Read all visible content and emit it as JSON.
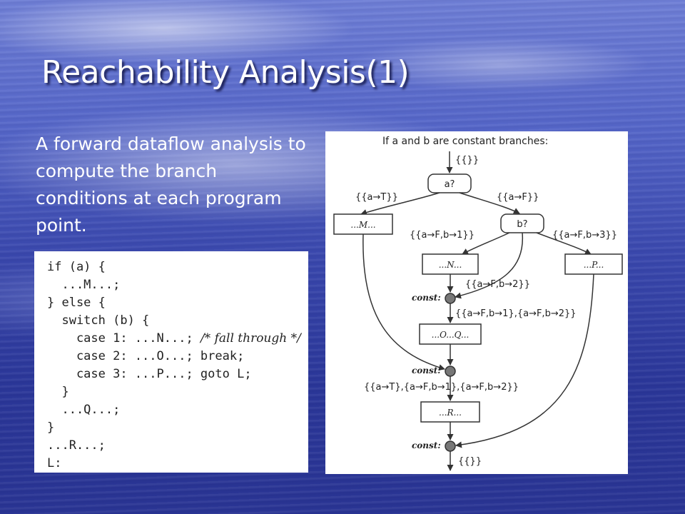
{
  "slide": {
    "title": "Reachability Analysis(1)",
    "description": "A forward dataflow analysis to compute the branch conditions at each program point."
  },
  "code": {
    "lines": [
      {
        "code": "if (a) {",
        "note": ""
      },
      {
        "code": "  ...M...;",
        "note": ""
      },
      {
        "code": "} else {",
        "note": ""
      },
      {
        "code": "  switch (b) {",
        "note": ""
      },
      {
        "code": "    case 1: ...N...;",
        "note": "/* fall through */"
      },
      {
        "code": "    case 2: ...O...; break;",
        "note": ""
      },
      {
        "code": "    case 3: ...P...; goto L;",
        "note": ""
      },
      {
        "code": "  }",
        "note": ""
      },
      {
        "code": "  ...Q...;",
        "note": ""
      },
      {
        "code": "}",
        "note": ""
      },
      {
        "code": "...R...;",
        "note": ""
      },
      {
        "code": "L:",
        "note": ""
      }
    ]
  },
  "diagram": {
    "caption": "If a and b are constant branches:",
    "nodes": {
      "a_decision": "a?",
      "b_decision": "b?",
      "box_m": "...M...",
      "box_n": "...N...",
      "box_p": "...P...",
      "box_oq": "...O...Q...",
      "box_r": "...R...",
      "const_1": "const:",
      "const_2": "const:",
      "const_3": "const:"
    },
    "labels": {
      "entry": "{{}}",
      "a_true": "{{a→T}}",
      "a_false": "{{a→F}}",
      "b_1": "{{a→F,b→1}}",
      "b_3": "{{a→F,b→3}}",
      "b_2": "{{a→F,b→2}}",
      "merge_1": "{{a→F,b→1},{a→F,b→2}}",
      "merge_2": "{{a→T},{a→F,b→1},{a→F,b→2}}",
      "exit": "{{}}"
    }
  }
}
